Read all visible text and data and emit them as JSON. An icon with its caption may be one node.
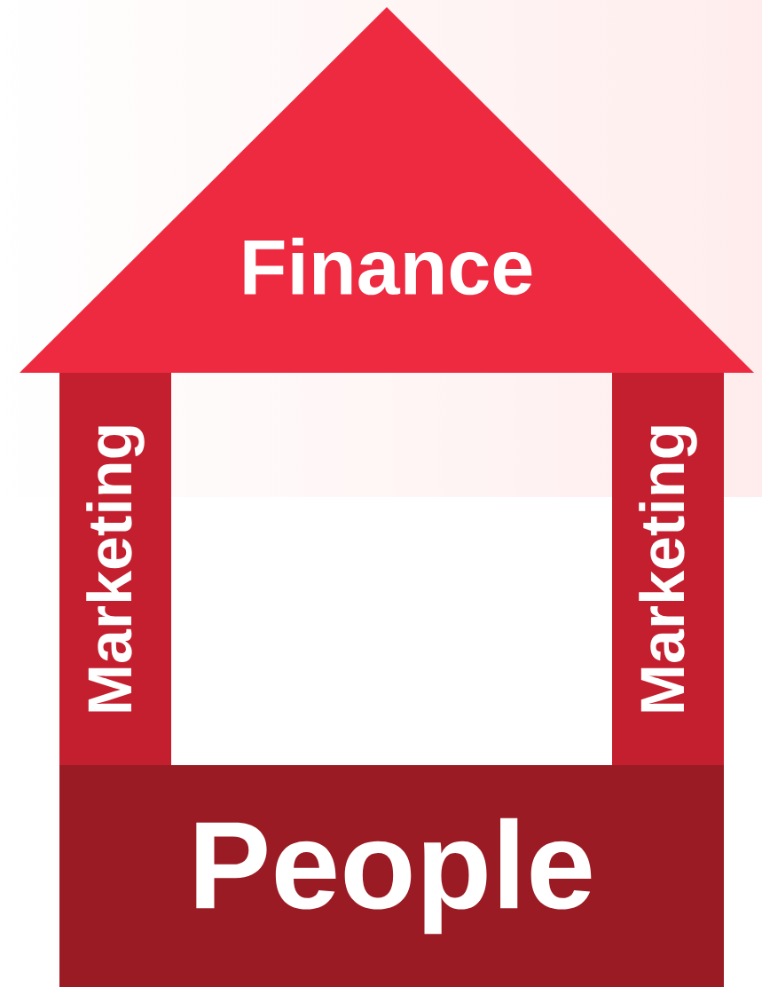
{
  "diagram": {
    "nodes": [
      {
        "text": [
          "Finance"
        ]
      },
      {
        "text": [
          "Marketing"
        ]
      },
      {
        "text": [
          "Marketing"
        ]
      },
      {
        "text": [
          "People"
        ]
      }
    ]
  }
}
